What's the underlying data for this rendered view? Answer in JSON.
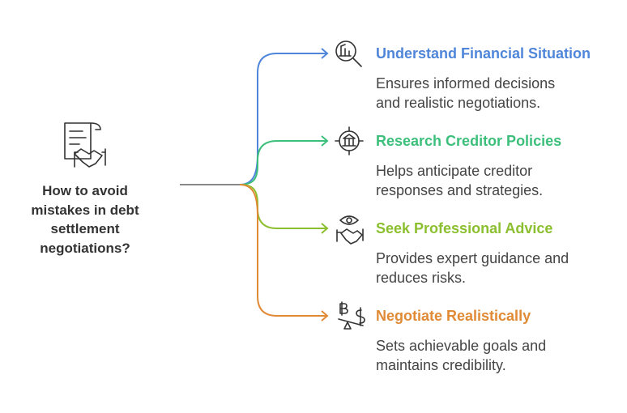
{
  "root": {
    "lines": [
      "How to avoid",
      "mistakes in debt",
      "settlement",
      "negotiations?"
    ],
    "icon": "document-handshake-icon"
  },
  "branches": [
    {
      "title": "Understand Financial Situation",
      "description_lines": [
        "Ensures informed decisions",
        "and realistic negotiations."
      ],
      "color": "#4f86d9",
      "icon": "financial-analysis-icon"
    },
    {
      "title": "Research Creditor Policies",
      "description_lines": [
        "Helps anticipate creditor",
        "responses and strategies."
      ],
      "color": "#3cbf7a",
      "icon": "bank-target-icon"
    },
    {
      "title": "Seek Professional Advice",
      "description_lines": [
        "Provides expert guidance and",
        "reduces risks."
      ],
      "color": "#8cbf2f",
      "icon": "eye-handshake-icon"
    },
    {
      "title": "Negotiate Realistically",
      "description_lines": [
        "Sets achievable goals and",
        "maintains credibility."
      ],
      "color": "#e08a36",
      "icon": "currency-seesaw-icon"
    }
  ],
  "connector_color": "#888888",
  "icon_color": "#333333"
}
